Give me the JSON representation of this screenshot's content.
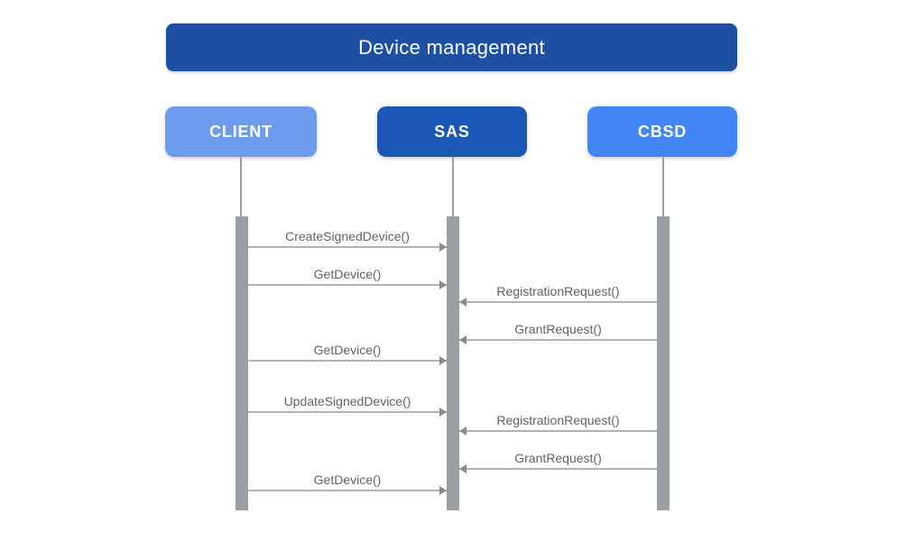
{
  "diagram": {
    "title": "Device management",
    "actors": [
      {
        "id": "client",
        "label": "CLIENT",
        "color": "#6d9cee"
      },
      {
        "id": "sas",
        "label": "SAS",
        "color": "#1a57b9"
      },
      {
        "id": "cbsd",
        "label": "CBSD",
        "color": "#4285f4"
      }
    ],
    "messages": [
      {
        "label": "CreateSignedDevice()",
        "from": "client",
        "to": "sas"
      },
      {
        "label": "GetDevice()",
        "from": "client",
        "to": "sas"
      },
      {
        "label": "RegistrationRequest()",
        "from": "cbsd",
        "to": "sas"
      },
      {
        "label": "GrantRequest()",
        "from": "cbsd",
        "to": "sas"
      },
      {
        "label": "GetDevice()",
        "from": "client",
        "to": "sas"
      },
      {
        "label": "UpdateSignedDevice()",
        "from": "client",
        "to": "sas"
      },
      {
        "label": "RegistrationRequest()",
        "from": "cbsd",
        "to": "sas"
      },
      {
        "label": "GrantRequest()",
        "from": "cbsd",
        "to": "sas"
      },
      {
        "label": "GetDevice()",
        "from": "client",
        "to": "sas"
      }
    ]
  },
  "colors": {
    "title_bg": "#1d4fa3",
    "client_bg": "#6d9cee",
    "sas_bg": "#1a57b9",
    "cbsd_bg": "#4285f4",
    "lifeline": "#9aa0a6",
    "activation": "#9aa0a6",
    "arrow": "#b0b4b9",
    "arrowhead": "#878c91",
    "message_text": "#5f6368",
    "text_on_blue": "#ffffff"
  }
}
